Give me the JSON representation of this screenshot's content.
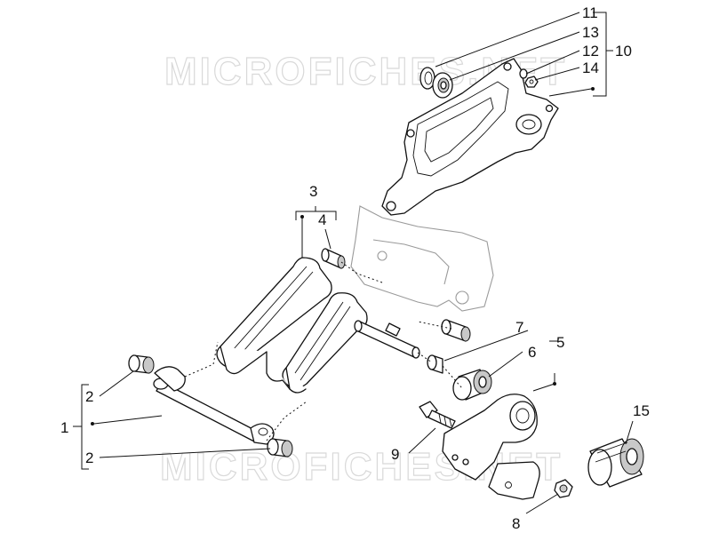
{
  "watermark": {
    "text": "MICROFICHES.NET"
  },
  "callouts": {
    "c1": "1",
    "c2a": "2",
    "c2b": "2",
    "c3": "3",
    "c4": "4",
    "c5": "5",
    "c6": "6",
    "c7": "7",
    "c8": "8",
    "c9": "9",
    "c10": "10",
    "c11": "11",
    "c12": "12",
    "c13": "13",
    "c14": "14",
    "c15": "15"
  }
}
